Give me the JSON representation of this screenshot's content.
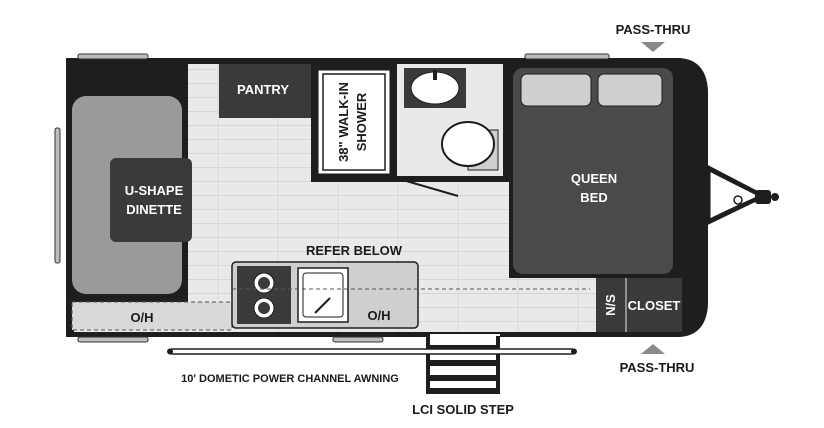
{
  "floorplan": {
    "labels": {
      "pass_thru_top": "PASS-THRU",
      "pass_thru_bottom": "PASS-THRU",
      "pantry": "PANTRY",
      "shower_line1": "38\" WALK-IN",
      "shower_line2": "SHOWER",
      "dinette_line1": "U-SHAPE",
      "dinette_line2": "DINETTE",
      "bed_line1": "QUEEN",
      "bed_line2": "BED",
      "refer_below": "REFER BELOW",
      "oh_left": "O/H",
      "oh_kitchen": "O/H",
      "ns": "N/S",
      "closet": "CLOSET",
      "awning": "10' DOMETIC POWER CHANNEL AWNING",
      "step": "LCI SOLID STEP"
    },
    "colors": {
      "wall": "#1e1e1e",
      "floor": "#e6e6e6",
      "dark_fixture": "#3a3a3a",
      "bed": "#4a4a4a",
      "pillow": "#cfcfcf",
      "dinette_seat": "#9a9a9a"
    }
  }
}
